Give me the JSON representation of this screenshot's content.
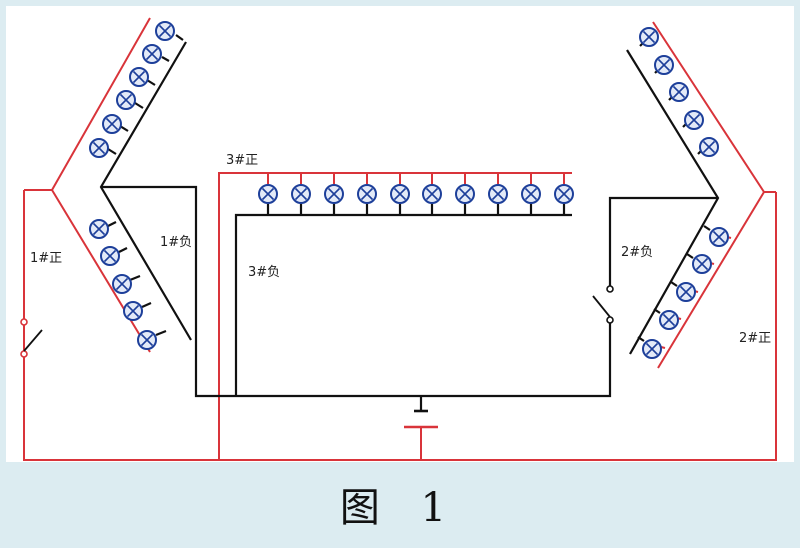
{
  "labels": {
    "pos1": "1#正",
    "neg1": "1#负",
    "pos2": "2#正",
    "neg2": "2#负",
    "pos3": "3#正",
    "neg3": "3#负"
  },
  "caption": "图 1",
  "colors": {
    "positive_wire": "#d9343a",
    "negative_wire": "#111111",
    "lamp_border": "#1d3f9a",
    "lamp_fill": "#e3eaf8",
    "background": "#dcecf1"
  },
  "icons": {
    "lamp": "lamp-icon",
    "switch": "switch-icon",
    "battery": "battery-icon"
  }
}
